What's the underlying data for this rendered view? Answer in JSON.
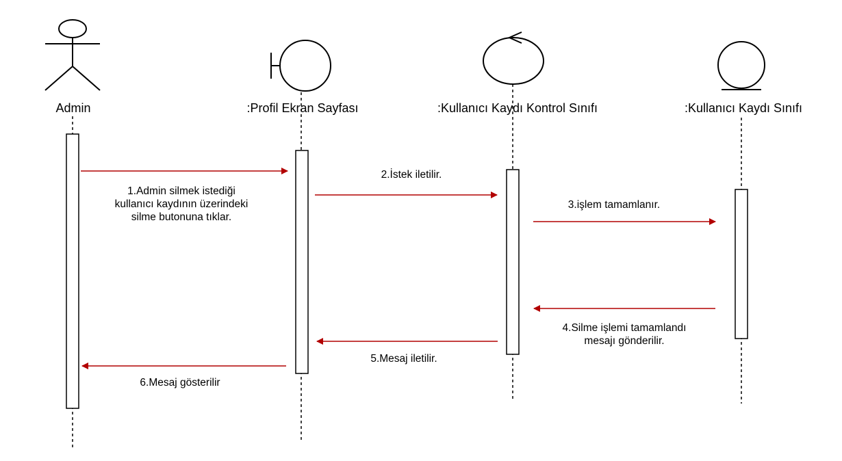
{
  "participants": [
    {
      "id": "admin",
      "type": "actor",
      "label": "Admin"
    },
    {
      "id": "profil",
      "type": "boundary",
      "label": ":Profil Ekran Sayfası"
    },
    {
      "id": "kontrol",
      "type": "control",
      "label": ":Kullanıcı Kaydı Kontrol Sınıfı"
    },
    {
      "id": "kayit",
      "type": "entity",
      "label": ":Kullanıcı Kaydı Sınıfı"
    }
  ],
  "messages": [
    {
      "from": "admin",
      "to": "profil",
      "text": "1.Admin silmek istediği\nkullanıcı kaydının üzerindeki\nsilme butonuna tıklar."
    },
    {
      "from": "profil",
      "to": "kontrol",
      "text": "2.İstek iletilir."
    },
    {
      "from": "kontrol",
      "to": "kayit",
      "text": "3.işlem tamamlanır."
    },
    {
      "from": "kayit",
      "to": "kontrol",
      "text": "4.Silme işlemi tamamlandı\nmesajı gönderilir."
    },
    {
      "from": "kontrol",
      "to": "profil",
      "text": "5.Mesaj iletilir."
    },
    {
      "from": "profil",
      "to": "admin",
      "text": "6.Mesaj gösterilir"
    }
  ],
  "colors": {
    "arrow": "#b20000",
    "line": "#000000"
  }
}
